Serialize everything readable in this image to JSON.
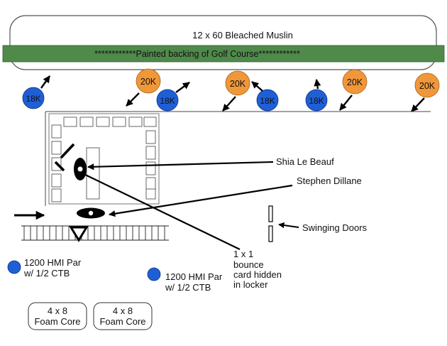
{
  "muslin": {
    "label": "12 x 60 Bleached Muslin"
  },
  "backing": {
    "label": "************Painted backing of Golf Course************",
    "color": "#4f8a4b"
  },
  "lights": {
    "k20_label": "20K",
    "k20_color": "#f0973a",
    "k18_label": "18K",
    "k18_color": "#1f5fd6"
  },
  "annotations": {
    "shia": "Shia Le Beauf",
    "stephen": "Stephen Dillane",
    "doors": "Swinging Doors",
    "bounce": [
      "1 x 1",
      "bounce",
      "card hidden",
      "in locker"
    ]
  },
  "hmi": [
    {
      "line1": "1200 HMI Par",
      "line2": "w/ 1/2 CTB"
    },
    {
      "line1": "1200 HMI Par",
      "line2": "w/ 1/2 CTB"
    }
  ],
  "foam": [
    {
      "line1": "4 x 8",
      "line2": "Foam Core"
    },
    {
      "line1": "4 x 8",
      "line2": "Foam Core"
    }
  ]
}
